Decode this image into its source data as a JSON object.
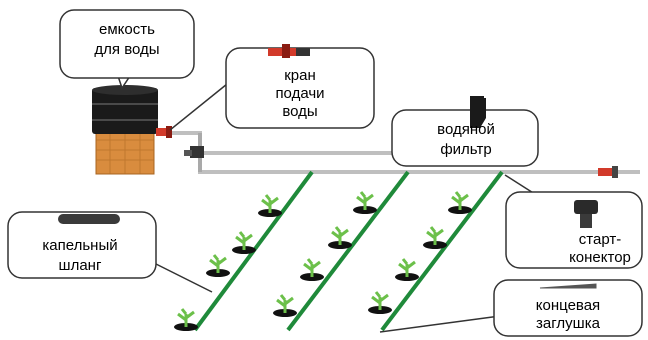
{
  "labels": {
    "water_tank": [
      "емкость",
      "для воды"
    ],
    "water_tap": [
      "кран",
      "подачи",
      "воды"
    ],
    "water_filter": [
      "водяной",
      "фильтр"
    ],
    "start_connector": [
      "старт-",
      "конектор"
    ],
    "drip_hose": [
      "капельный",
      "шланг"
    ],
    "end_cap": [
      "концевая",
      "заглушка"
    ]
  },
  "colors": {
    "tank": "#1a1a1a",
    "stand": "#d98c3e",
    "pipe": "#c8c8c8",
    "hose": "#1f8a3a",
    "plant": "#6cc04a",
    "valve": "#d23a2a",
    "callout_border": "#333333"
  }
}
